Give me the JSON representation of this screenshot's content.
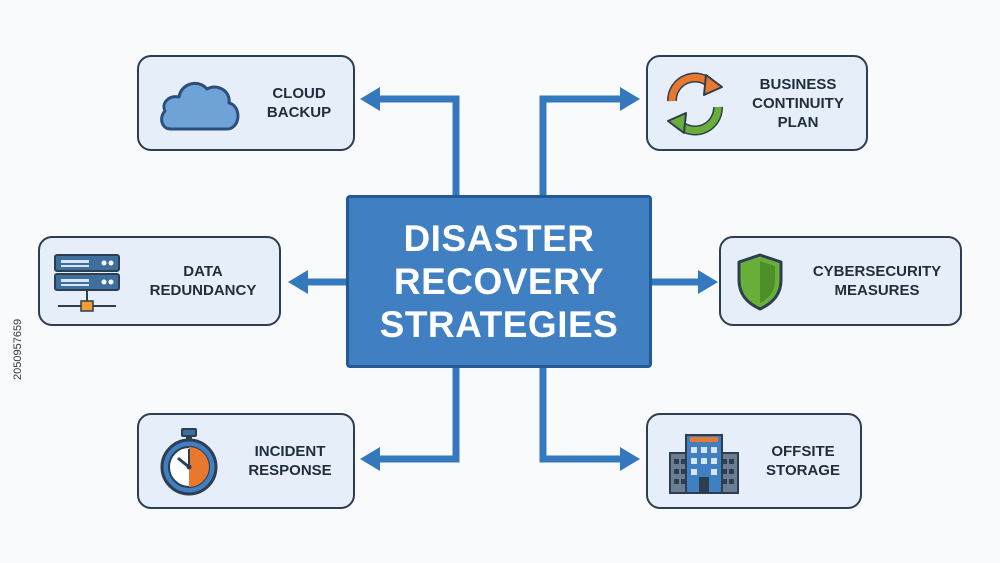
{
  "center": {
    "lines": [
      "DISASTER",
      "RECOVERY",
      "STRATEGIES"
    ]
  },
  "nodes": [
    {
      "id": "cloud-backup",
      "lines": [
        "CLOUD",
        "BACKUP"
      ],
      "icon": "cloud-icon"
    },
    {
      "id": "business-continuity-plan",
      "lines": [
        "BUSINESS",
        "CONTINUITY",
        "PLAN"
      ],
      "icon": "refresh-cycle-icon"
    },
    {
      "id": "data-redundancy",
      "lines": [
        "DATA",
        "REDUNDANCY"
      ],
      "icon": "server-icon"
    },
    {
      "id": "cybersecurity-measures",
      "lines": [
        "CYBERSECURITY",
        "MEASURES"
      ],
      "icon": "shield-icon"
    },
    {
      "id": "incident-response",
      "lines": [
        "INCIDENT",
        "RESPONSE"
      ],
      "icon": "stopwatch-icon"
    },
    {
      "id": "offsite-storage",
      "lines": [
        "OFFSITE",
        "STORAGE"
      ],
      "icon": "building-icon"
    }
  ],
  "stock_id": "2050957659",
  "colors": {
    "primary": "#3f7fc2",
    "primary_dark": "#235a93",
    "card_fill": "#e5eef9",
    "card_border": "#2c3e50",
    "text": "#1f2d3d",
    "orange": "#e8782e",
    "green": "#6aae3a"
  }
}
